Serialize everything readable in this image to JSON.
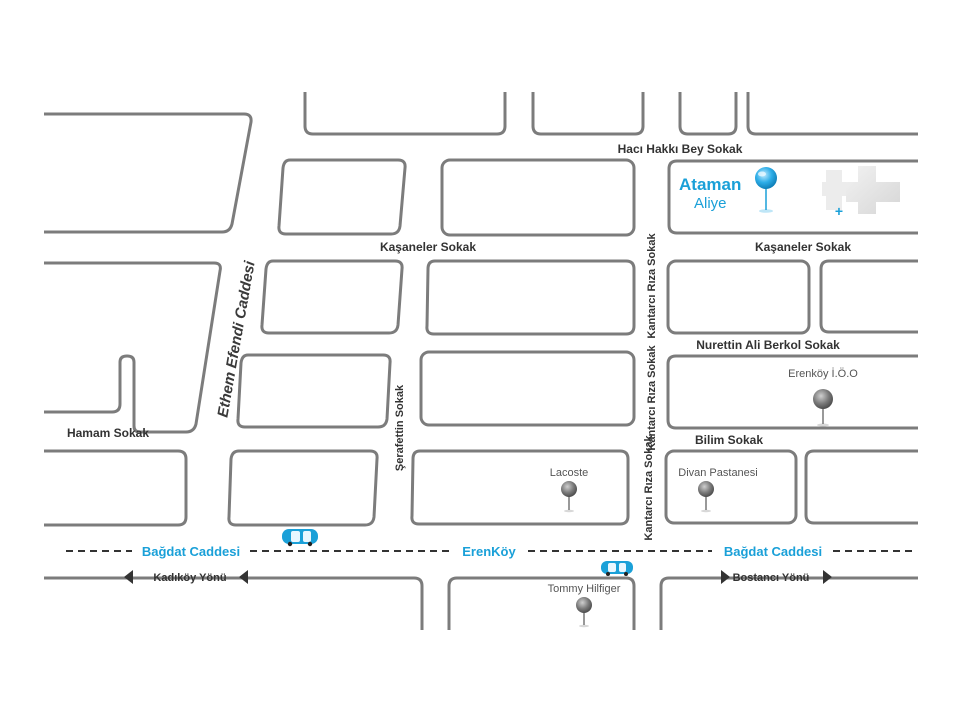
{
  "streets": {
    "haci_hakki_bey": "Hacı Hakkı Bey Sokak",
    "kasaneler_1": "Kaşaneler Sokak",
    "kasaneler_2": "Kaşaneler Sokak",
    "ethem_efendi": "Ethem Efendi Caddesi",
    "kantarci_riza_1": "Kantarcı Rıza Sokak",
    "kantarci_riza_2": "Kantarcı Rıza Sokak",
    "kantarci_riza_3": "Kantarcı Rıza Sokak",
    "nurettin_ali_berkol": "Nurettin Ali Berkol Sokak",
    "bilim": "Bilim Sokak",
    "hamam": "Hamam Sokak",
    "serafettin": "Şerafettin Sokak"
  },
  "main_road": {
    "left": "Bağdat Caddesi",
    "center": "ErenKöy",
    "right": "Bağdat Caddesi"
  },
  "directions": {
    "left": "Kadıköy Yönü",
    "right": "Bostancı Yönü"
  },
  "pois": {
    "erenkoy_ioo": "Erenköy İ.Ö.O",
    "lacoste": "Lacoste",
    "divan": "Divan Pastanesi",
    "tommy": "Tommy Hilfiger"
  },
  "brand": {
    "line1": "Ataman",
    "line2": "Aliye"
  },
  "colors": {
    "accent": "#1aa0d8",
    "block_stroke": "#7c7c7c",
    "text": "#333333"
  },
  "icons": {
    "destination": "map-pin-icon",
    "poi": "map-pin-icon",
    "vehicle": "car-icon",
    "direction": "triangle-arrow-icon",
    "logo": "plus-cross-icon"
  }
}
